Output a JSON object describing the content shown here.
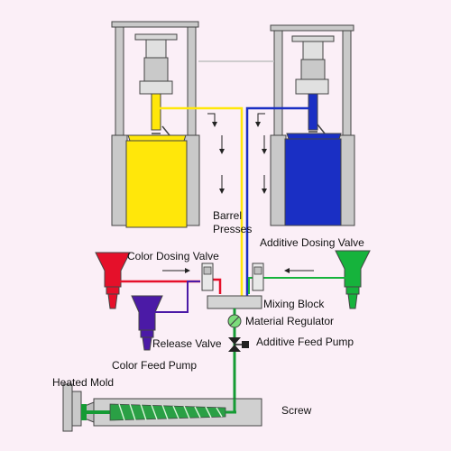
{
  "labels": {
    "barrel_presses_line1": "Barrel",
    "barrel_presses_line2": "Presses",
    "color_dosing_valve": "Color Dosing Valve",
    "additive_dosing_valve": "Additive Dosing Valve",
    "mixing_block": "Mixing Block",
    "material_regulator": "Material Regulator",
    "release_valve": "Release Valve",
    "additive_feed_pump": "Additive Feed Pump",
    "color_feed_pump": "Color Feed Pump",
    "heated_mold": "Heated Mold",
    "screw": "Screw"
  },
  "colors": {
    "background": "#fbeff7",
    "frame_gray": "#c9c9c9",
    "frame_outline": "#444444",
    "barrel_yellow": "#ffe70a",
    "barrel_blue": "#1a2fc4",
    "red_hopper": "#e5102a",
    "purple_hopper": "#4b1aa6",
    "green_hopper": "#16b33c",
    "green_line": "#159b34",
    "mixing_block": "#d4d4d4"
  }
}
